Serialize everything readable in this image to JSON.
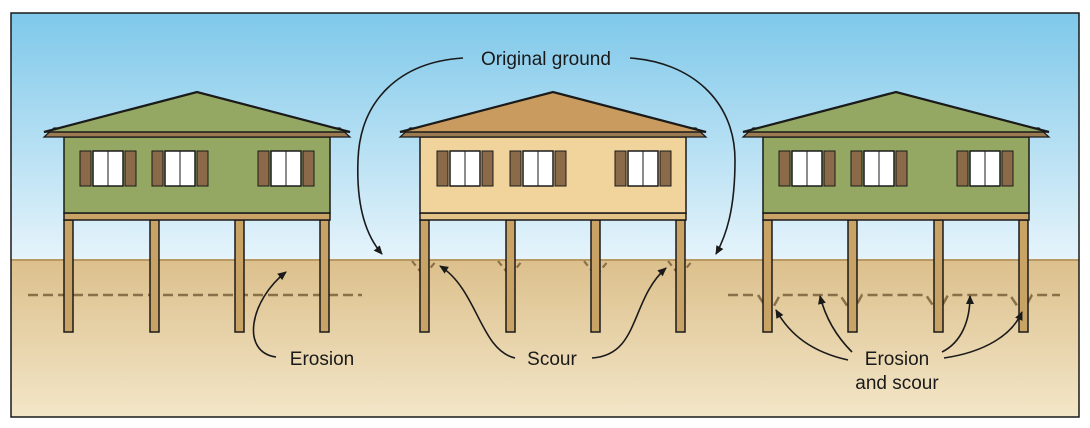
{
  "labels": {
    "original_ground": "Original ground",
    "erosion": "Erosion",
    "scour": "Scour",
    "erosion_and_scour_line1": "Erosion",
    "erosion_and_scour_line2": "and scour"
  },
  "colors": {
    "sky_top": "#7ec8ea",
    "sky_bottom": "#e6f4fb",
    "ground_top": "#dcc08c",
    "ground_bottom": "#f3e6c8",
    "house_green": "#94a863",
    "house_tan": "#f0d49c",
    "roof_green": "#94a863",
    "roof_tan": "#c99b5e",
    "eave": "#9b7a52",
    "pile": "#c9a266",
    "shutter": "#8a6a48",
    "dashed_line": "#8a7048",
    "outline": "#1a1a1a"
  }
}
